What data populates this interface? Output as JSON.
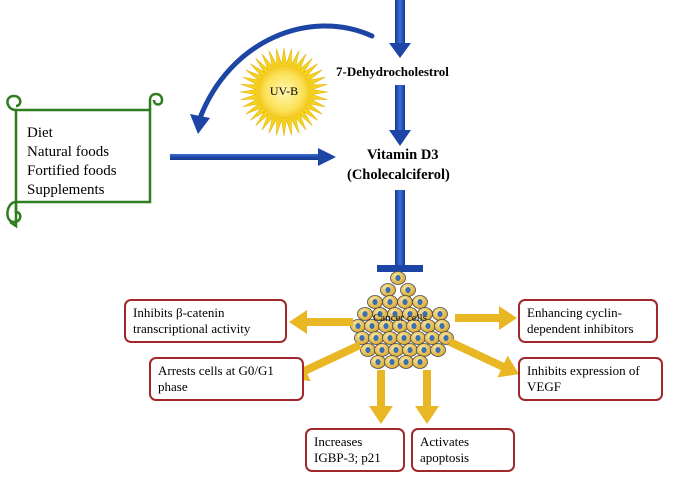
{
  "colors": {
    "blue_arrow": "#2149a8",
    "blue_arrow_dark": "#163a8c",
    "gold_arrow": "#e9b624",
    "box_border": "#a0282a",
    "scroll_border": "#2e7d1f",
    "sun_rays": "#f5d21c",
    "sun_core": "#fbe96a",
    "cell_fill": "#f2c94c",
    "cell_nucleus": "#3a6fb0"
  },
  "labels": {
    "dehydro": "7-Dehydrocholestrol",
    "uvb": "UV-B",
    "vitamin_line1": "Vitamin D3",
    "vitamin_line2": "(Cholecalciferol)",
    "cells": "Cancer cells"
  },
  "diet": [
    "Diet",
    "Natural foods",
    "Fortified foods",
    "Supplements"
  ],
  "effects": {
    "beta_catenin": [
      "Inhibits β-catenin",
      "transcriptional activity"
    ],
    "arrest": [
      "Arrests cells at G0/G1",
      "phase"
    ],
    "igbp": [
      "Increases",
      "IGBP-3; p21"
    ],
    "apoptosis": [
      "Activates",
      "apoptosis"
    ],
    "cyclin": [
      "Enhancing cyclin-",
      "dependent inhibitors"
    ],
    "vegf": [
      "Inhibits expression of",
      "VEGF"
    ]
  },
  "icons": [
    "sun-icon",
    "scroll-icon",
    "cell-cluster-icon"
  ]
}
